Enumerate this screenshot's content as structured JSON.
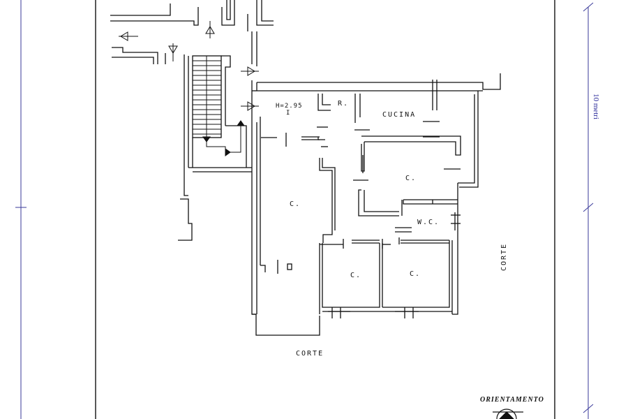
{
  "labels": {
    "height": "H=2.95",
    "level": "I",
    "storage": "R.",
    "kitchen": "CUCINA",
    "room": "C.",
    "bath": "W.C.",
    "court_bottom": "CORTE",
    "court_right": "CORTE",
    "orientation": "ORIENTAMENTO",
    "scale": "10 metri"
  },
  "colors": {
    "walls": "#111111",
    "scale_line": "#3a3a9a"
  }
}
